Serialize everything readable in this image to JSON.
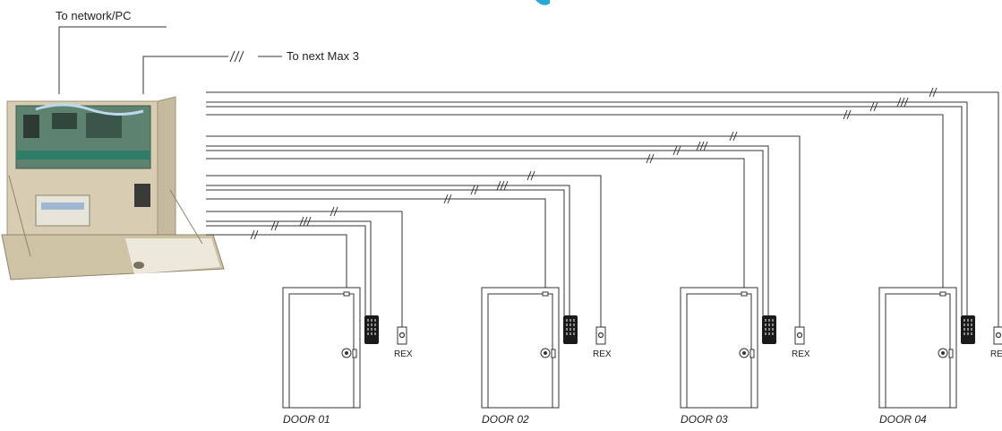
{
  "labels": {
    "network": "To network/PC",
    "next_panel": "To next Max 3"
  },
  "doors": [
    {
      "label": "DOOR 01",
      "rex": "REX"
    },
    {
      "label": "DOOR 02",
      "rex": "REX"
    },
    {
      "label": "DOOR 03",
      "rex": "REX"
    },
    {
      "label": "DOOR 04",
      "rex": "REX"
    }
  ],
  "colors": {
    "wire": "#333333",
    "panel_body": "#d8cdb2",
    "panel_shadow": "#b9ad90",
    "accent": "#2aa6d8"
  }
}
